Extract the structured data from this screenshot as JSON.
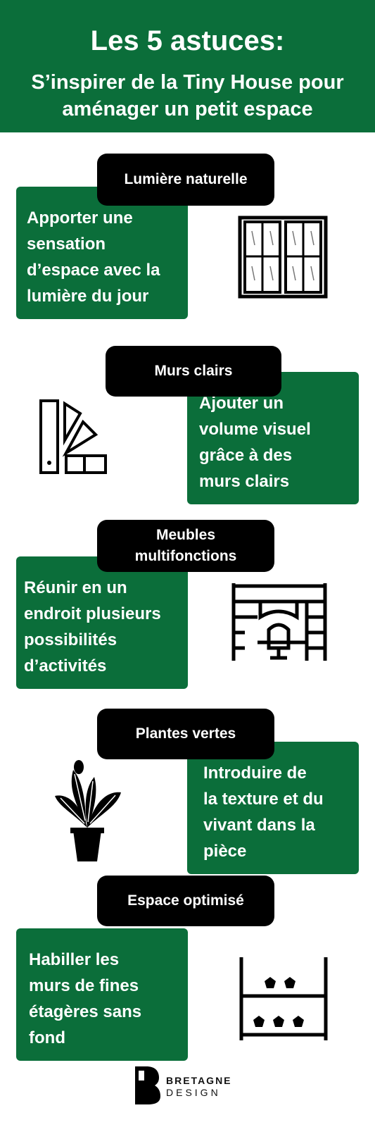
{
  "header": {
    "title": "Les 5 astuces:",
    "subtitle_line1": "S’inspirer de la Tiny House pour",
    "subtitle_line2": "aménager un petit espace"
  },
  "tips": [
    {
      "title": "Lumière naturelle",
      "text_lines": [
        "Apporter une",
        "sensation",
        "d’espace avec la",
        "lumière du jour"
      ],
      "icon": "window-icon"
    },
    {
      "title": "Murs clairs",
      "text_lines": [
        "Ajouter un",
        "volume visuel",
        "grâce à des",
        "murs clairs"
      ],
      "icon": "color-swatch-icon"
    },
    {
      "title_lines": [
        "Meubles",
        "multifonctions"
      ],
      "text_lines": [
        "Réunir en un",
        "endroit plusieurs",
        "possibilités",
        "d’activités"
      ],
      "icon": "loft-bed-desk-icon"
    },
    {
      "title": "Plantes vertes",
      "text_lines": [
        "Introduire de",
        "la texture et du",
        "vivant dans la",
        "pièce"
      ],
      "icon": "potted-plant-icon"
    },
    {
      "title": "Espace optimisé",
      "text_lines": [
        "Habiller les",
        "murs de fines",
        "étagères sans",
        "fond"
      ],
      "icon": "shelf-icon"
    }
  ],
  "logo": {
    "word1": "BRETAGNE",
    "word2": "DESIGN"
  },
  "colors": {
    "green": "#0b6e3a",
    "black": "#000000",
    "white": "#ffffff"
  }
}
